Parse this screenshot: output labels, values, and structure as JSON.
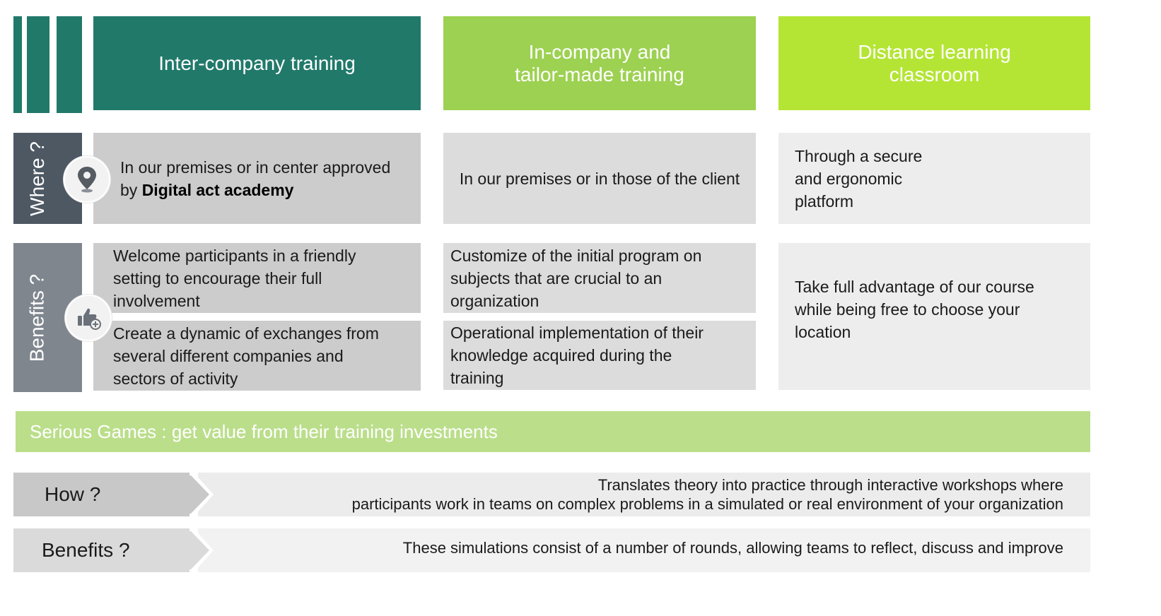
{
  "headers": {
    "inter_company": "Inter-company training",
    "in_company": "In-company and\ntailor-made training",
    "distance": "Distance learning\nclassroom"
  },
  "labels": {
    "where": "Where ?",
    "benefits": "Benefits ?"
  },
  "where": {
    "inter_company_prefix": "In our premises or in center approved by ",
    "inter_company_brand": "Digital act academy",
    "in_company": "In our premises or in those of the client",
    "distance": "Through a secure and ergonomic platform"
  },
  "benefits": {
    "inter_company_1": "Welcome participants in a friendly setting to encourage their full involvement",
    "inter_company_2": "Create a dynamic of exchanges from several different companies and sectors of activity",
    "in_company_1": "Customize of the initial program on subjects that are crucial to an organization",
    "in_company_2": "Operational implementation of their knowledge acquired during the training",
    "distance": "Take full advantage of our course while being free to choose your location"
  },
  "serious_games": {
    "banner": "Serious Games : get value from their training investments",
    "how_label": "How ?",
    "how_line1": "Translates theory into practice through interactive workshops where",
    "how_line2": "participants work in teams on complex problems in a simulated or real environment of your organization",
    "benefits_label": "Benefits ?",
    "benefits_text": "These simulations consist of a number of rounds, allowing teams to reflect, discuss and improve"
  },
  "icons": {
    "where": "map-pin-icon",
    "benefits": "thumbs-up-plus-icon"
  },
  "colors": {
    "dark_green": "#21796a",
    "mid_green": "#9dd152",
    "light_green": "#b4e535",
    "banner_green": "#bbde8b",
    "where_label": "#4d5863",
    "benefits_label": "#7f868e"
  }
}
